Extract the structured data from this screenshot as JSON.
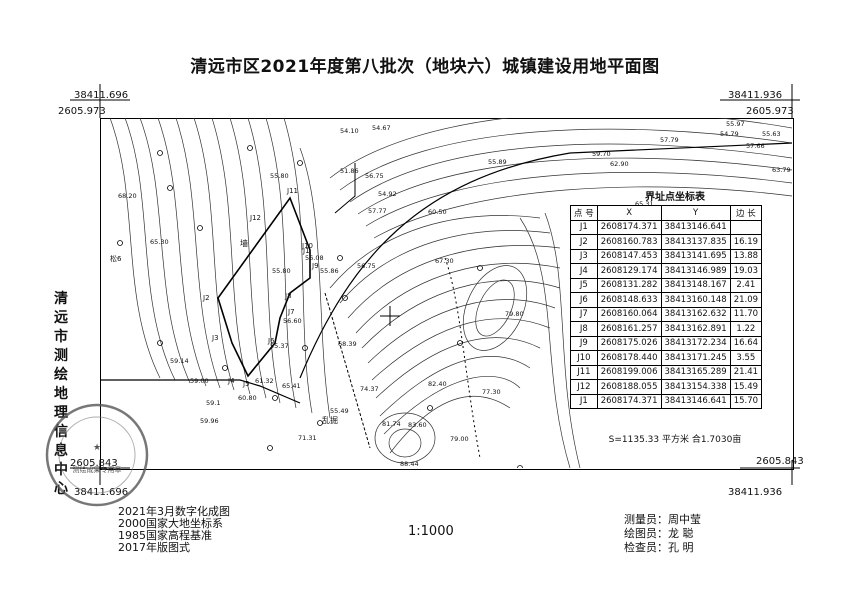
{
  "title": "清远市区2021年度第八批次（地块六）城镇建设用地平面图",
  "corners": {
    "top_left_y": "38411.696",
    "top_left_x": "2605.973",
    "top_right_y": "38411.936",
    "top_right_x": "2605.973",
    "bottom_left_x": "2605.843",
    "bottom_left_y": "38411.696",
    "bottom_right_x": "2605.843",
    "bottom_right_y": "38411.936"
  },
  "side_label": [
    "清",
    "远",
    "市",
    "测",
    "绘",
    "地",
    "理",
    "信",
    "息",
    "中",
    "心"
  ],
  "stamp_text": "清远市测绘地理信息中心 测绘成果专用章",
  "table": {
    "title": "界址点坐标表",
    "headers": [
      "点 号",
      "X",
      "Y",
      "边 长"
    ],
    "rows": [
      {
        "pt": "J1",
        "x": "2608174.371",
        "y": "38413146.641"
      },
      {
        "pt": "J2",
        "x": "2608160.783",
        "y": "38413137.835"
      },
      {
        "pt": "J3",
        "x": "2608147.453",
        "y": "38413141.695"
      },
      {
        "pt": "J4",
        "x": "2608129.174",
        "y": "38413146.989"
      },
      {
        "pt": "J5",
        "x": "2608131.282",
        "y": "38413148.167"
      },
      {
        "pt": "J6",
        "x": "2608148.633",
        "y": "38413160.148"
      },
      {
        "pt": "J7",
        "x": "2608160.064",
        "y": "38413162.632"
      },
      {
        "pt": "J8",
        "x": "2608161.257",
        "y": "38413162.891"
      },
      {
        "pt": "J9",
        "x": "2608175.026",
        "y": "38413172.234"
      },
      {
        "pt": "J10",
        "x": "2608178.440",
        "y": "38413171.245"
      },
      {
        "pt": "J11",
        "x": "2608199.006",
        "y": "38413165.289"
      },
      {
        "pt": "J12",
        "x": "2608188.055",
        "y": "38413154.338"
      },
      {
        "pt": "J1",
        "x": "2608174.371",
        "y": "38413146.641"
      }
    ],
    "edges": [
      "16.19",
      "13.88",
      "19.03",
      "2.41",
      "21.09",
      "11.70",
      "1.22",
      "16.64",
      "3.55",
      "21.41",
      "15.49",
      "15.70"
    ],
    "area": "S=1135.33 平方米 合1.7030亩"
  },
  "map_labels": {
    "parcel_points": [
      "J11",
      "J12",
      "J1",
      "J2",
      "J3",
      "J4",
      "J5",
      "J6",
      "J7",
      "J8",
      "J9",
      "J10"
    ],
    "place_1": "墙",
    "place_2": "乱掘",
    "place_3": "松6",
    "elevations": [
      "54.10",
      "54.67",
      "51.86",
      "56.75",
      "54.92",
      "55.80",
      "55.80",
      "56.08",
      "55.86",
      "56.60",
      "55.37",
      "57.77",
      "60.50",
      "65.31",
      "62.90",
      "59.70",
      "57.79",
      "54.79",
      "55.63",
      "57.66",
      "63.79",
      "55.97",
      "59.14",
      "59.00",
      "59.1",
      "59.96",
      "61.32",
      "60.80",
      "65.41",
      "68.20",
      "65.30",
      "67.30",
      "68.39",
      "74.37",
      "71.31",
      "55.49",
      "79.80",
      "82.40",
      "77.30",
      "81.74",
      "83.60",
      "79.00",
      "88.44",
      "55.89",
      "56.75"
    ]
  },
  "footer": {
    "lines": [
      "2021年3月数字化成图",
      "2000国家大地坐标系",
      "1985国家高程基准",
      "2017年版图式"
    ],
    "scale": "1:1000",
    "surveyor": "测量员：周中莹",
    "drafter": "绘图员：龙  聪",
    "checker": "检查员：孔  明"
  }
}
